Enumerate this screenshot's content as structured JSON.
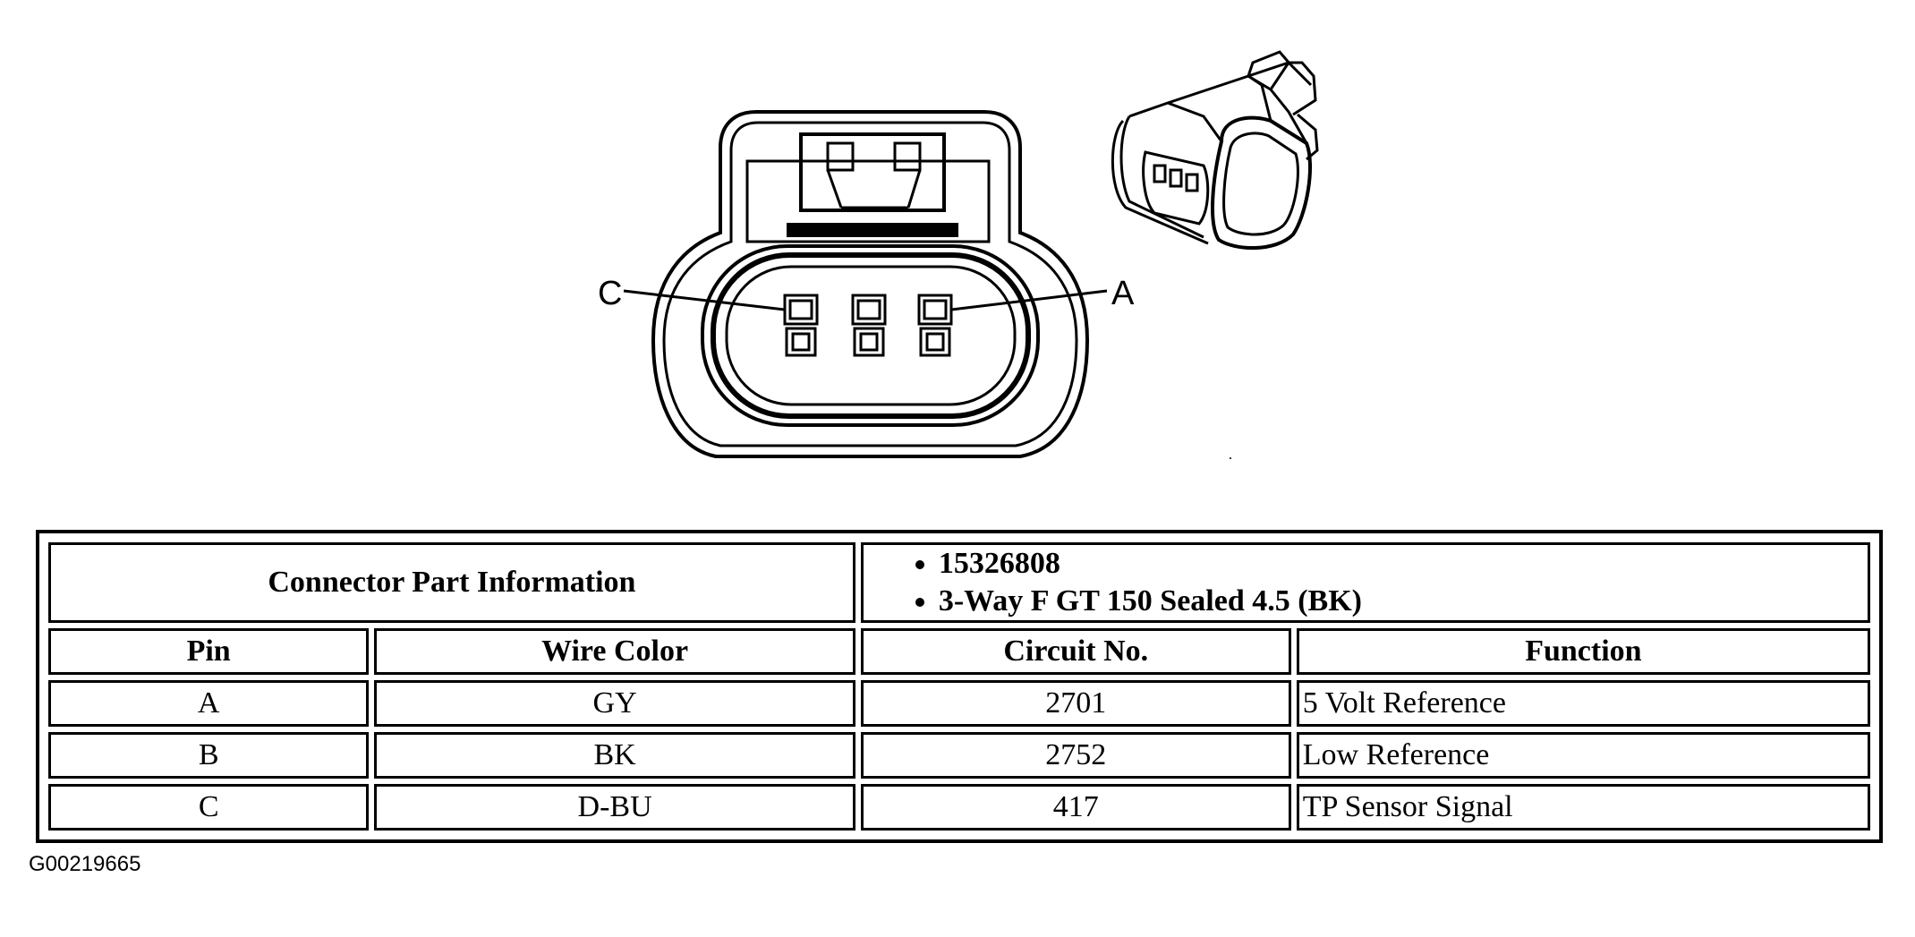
{
  "diagram": {
    "pin_labels": {
      "left": "C",
      "right": "A"
    }
  },
  "table": {
    "part_info_label": "Connector Part Information",
    "part_info_items": [
      "15326808",
      "3-Way F GT 150 Sealed 4.5 (BK)"
    ],
    "headers": {
      "pin": "Pin",
      "wire_color": "Wire Color",
      "circuit_no": "Circuit No.",
      "function": "Function"
    },
    "rows": [
      {
        "pin": "A",
        "wire_color": "GY",
        "circuit_no": "2701",
        "function": "5 Volt Reference"
      },
      {
        "pin": "B",
        "wire_color": "BK",
        "circuit_no": "2752",
        "function": "Low Reference"
      },
      {
        "pin": "C",
        "wire_color": "D-BU",
        "circuit_no": "417",
        "function": "TP Sensor Signal"
      }
    ]
  },
  "figure_id": "G00219665"
}
